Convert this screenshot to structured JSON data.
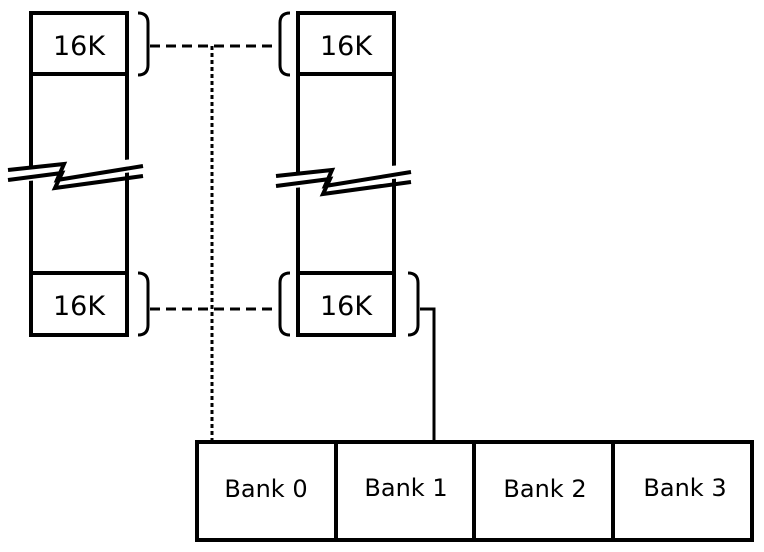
{
  "left_column": {
    "top_block_label": "16K",
    "bottom_block_label": "16K"
  },
  "right_column": {
    "top_block_label": "16K",
    "bottom_block_label": "16K"
  },
  "banks": [
    {
      "label": "Bank 0"
    },
    {
      "label": "Bank 1"
    },
    {
      "label": "Bank 2"
    },
    {
      "label": "Bank 3"
    }
  ],
  "colors": {
    "stroke": "#000000",
    "background": "#ffffff"
  }
}
